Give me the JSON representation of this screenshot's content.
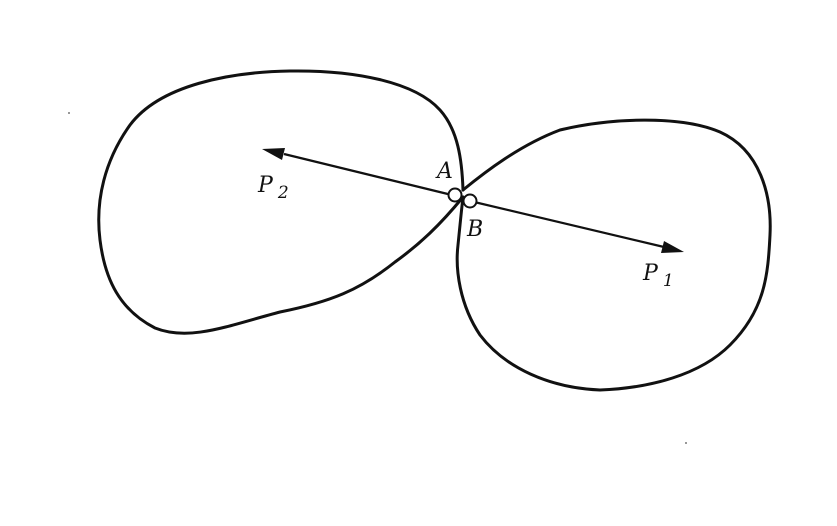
{
  "points": {
    "a_label": "A",
    "b_label": "B"
  },
  "forces": {
    "p2": {
      "symbol": "P",
      "subscript": "2"
    },
    "p1": {
      "symbol": "P",
      "subscript": "1"
    }
  },
  "colors": {
    "ink": "#111111",
    "paper": "#ffffff"
  }
}
